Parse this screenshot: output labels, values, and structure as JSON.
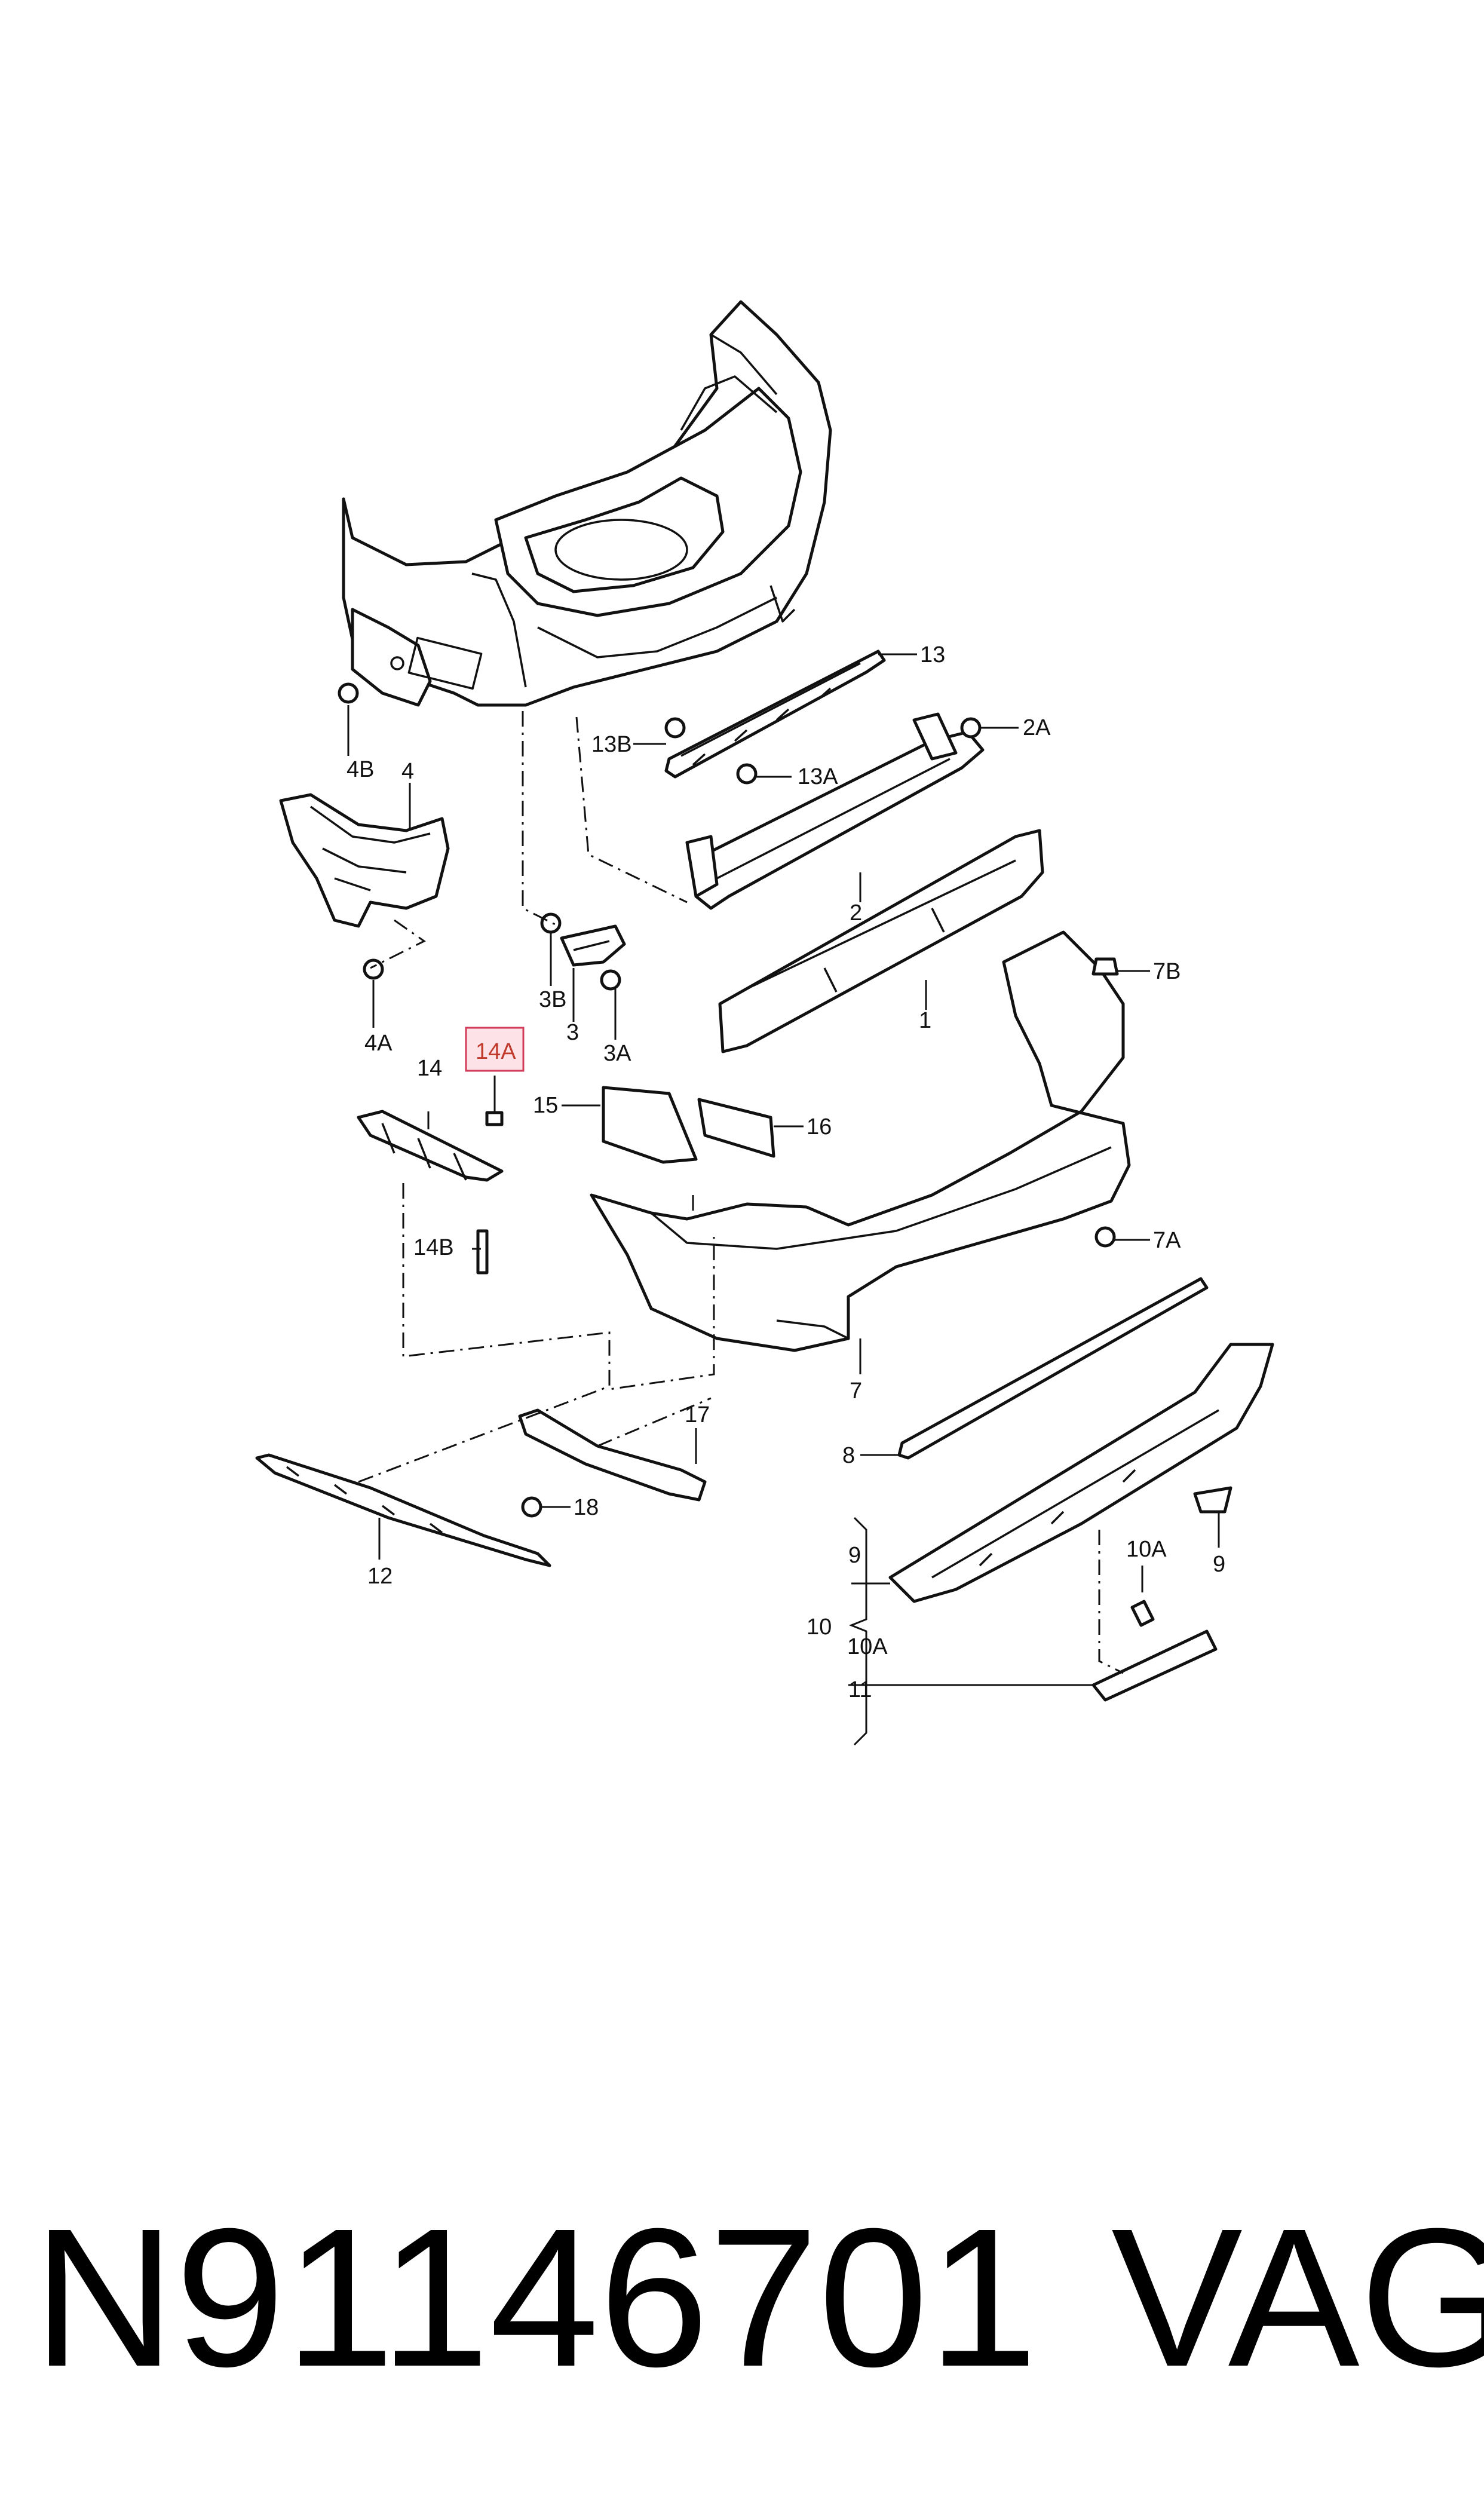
{
  "labels": {
    "l13": "13",
    "l13b": "13B",
    "l13a": "13A",
    "l2a": "2A",
    "l4b": "4B",
    "l4": "4",
    "l2": "2",
    "l7b": "7B",
    "l3b": "3B",
    "l3": "3",
    "l3a": "3A",
    "l4a": "4A",
    "l1": "1",
    "l14a": "14A",
    "l14": "14",
    "l15": "15",
    "l16": "16",
    "l14b": "14B",
    "l7a": "7A",
    "l7": "7",
    "l17": "17",
    "l8": "8",
    "l18": "18",
    "l12": "12",
    "l9_left": "9",
    "l10a_top": "10A",
    "l9_right": "9",
    "l10": "10",
    "l10a": "10A",
    "l11": "11"
  },
  "highlighted_label": "14A",
  "footer": {
    "part_number": "N91146701",
    "brand": "VAG"
  }
}
